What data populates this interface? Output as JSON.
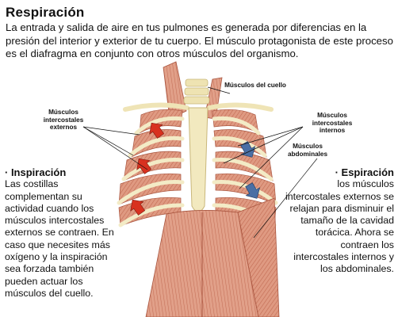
{
  "title": "Respiración",
  "intro": "La entrada y salida de aire en tus pulmones es generada por diferencias en la presión del interior y exterior de tu cuerpo. El músculo protagonista de este proceso es el diafragma en conjunto con otros músculos del organismo.",
  "labels": {
    "neck": "Músculos del cuello",
    "ext": "Músculos intercostales externos",
    "int": "Músculos intercostales internos",
    "abd": "Músculos abdominales"
  },
  "inspiracion": {
    "heading": "· Inspiración",
    "text": "Las costillas complementan su actividad cuando los músculos intercostales externos se contraen. En caso que necesites más oxígeno y la inspiración sea forzada también pueden actuar los músculos del cuello."
  },
  "espiracion": {
    "heading": "· Espiración",
    "text": "los músculos intercostales externos se relajan para disminuir el tamaño de la cavidad torácica. Ahora se contraen los intercostales internos y los abdominales."
  },
  "colors": {
    "muscle": "#d98b72",
    "muscle_dark": "#b35c45",
    "bone": "#f2e9bf",
    "bone_edge": "#c9b77a",
    "arrow_in": "#d8311f",
    "arrow_out": "#4a6fa5"
  }
}
